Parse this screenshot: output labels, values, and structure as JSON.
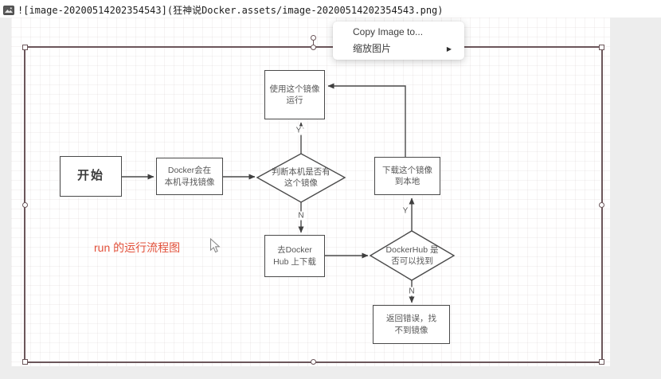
{
  "editor": {
    "markdown_line": "![image-20200514202354543](狂神说Docker.assets/image-20200514202354543.png)"
  },
  "context_menu": {
    "items": [
      {
        "label": "Copy Image to..."
      },
      {
        "label": "缩放图片"
      }
    ],
    "submenu_arrow": "▶"
  },
  "flowchart": {
    "annotation": "run 的运行流程图",
    "nodes": {
      "start": "开始",
      "search_local": "Docker会在\n本机寻找镜像",
      "check_local": "判断本机是否有\n这个镜像",
      "run_image": "使用这个镜像\n运行",
      "go_hub": "去Docker\nHub 上下载",
      "check_hub": "DockerHub 是\n否可以找到",
      "download": "下载这个镜像\n到本地",
      "error": "返回错误，找\n不到镜像"
    },
    "edge_labels": {
      "yes": "Y",
      "no": "N"
    },
    "colors": {
      "line": "#4a4a4a",
      "annotation": "#e2503a",
      "selection_border": "#6b565a"
    }
  }
}
